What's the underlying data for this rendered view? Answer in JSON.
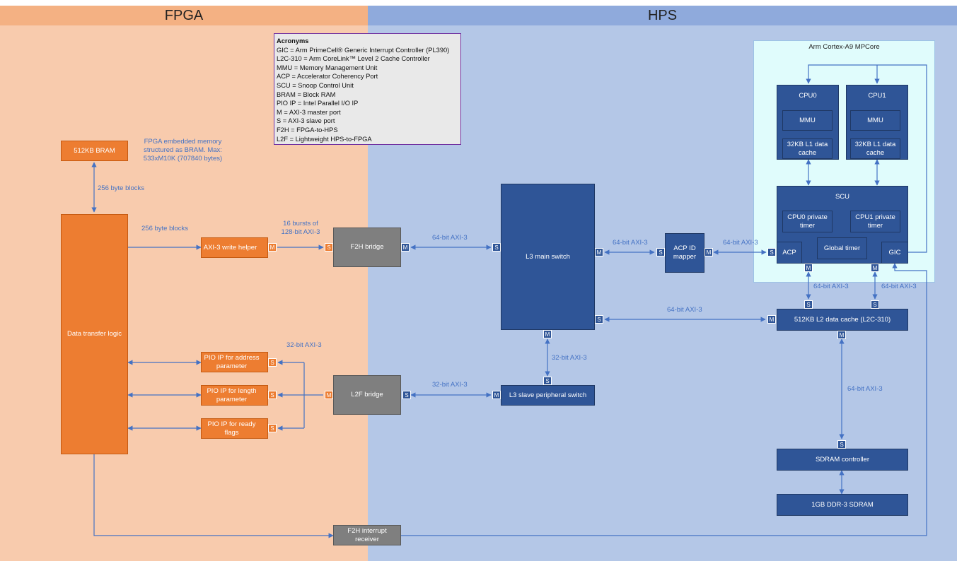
{
  "regions": {
    "fpga_title": "FPGA",
    "hps_title": "HPS"
  },
  "acronyms": {
    "title": "Acronyms",
    "items": [
      "GIC = Arm PrimeCell® Generic Interrupt Controller (PL390)",
      "L2C-310 = Arm CoreLink™ Level 2 Cache Controller",
      "MMU = Memory Management Unit",
      "ACP = Accelerator Coherency Port",
      "SCU = Snoop Control Unit",
      "BRAM = Block RAM",
      "PIO IP = Intel Parallel I/O IP",
      "M = AXI-3 master port",
      "S = AXI-3 slave port",
      "F2H = FPGA-to-HPS",
      "L2F = Lightweight HPS-to-FPGA"
    ]
  },
  "blocks": {
    "bram": "512KB BRAM",
    "data_transfer": "Data transfer logic",
    "axi_write_helper": "AXI-3 write helper",
    "pio_address": "PIO IP for address parameter",
    "pio_length": "PIO IP for length parameter",
    "pio_ready": "PIO IP for ready flags",
    "f2h_bridge": "F2H bridge",
    "l2f_bridge": "L2F bridge",
    "f2h_interrupt": "F2H interrupt receiver",
    "l3_main": "L3 main switch",
    "l3_slave": "L3 slave peripheral switch",
    "acp_mapper": "ACP ID mapper",
    "mpcore_title": "Arm Cortex-A9 MPCore",
    "cpu0": "CPU0",
    "cpu1": "CPU1",
    "mmu0": "MMU",
    "mmu1": "MMU",
    "l1_0": "32KB L1 data cache",
    "l1_1": "32KB L1 data cache",
    "scu": "SCU",
    "cpu0_timer": "CPU0 private timer",
    "cpu1_timer": "CPU1 private timer",
    "global_timer": "Global timer",
    "acp": "ACP",
    "gic": "GIC",
    "l2_cache": "512KB L2 data cache (L2C-310)",
    "sdram_ctrl": "SDRAM controller",
    "ddr3": "1GB DDR-3 SDRAM"
  },
  "ports": {
    "m": "M",
    "s": "S"
  },
  "annotations": {
    "bram_note": "FPGA embedded memory structured as BRAM.  Max: 533xM10K (707840 bytes)",
    "bram_blocks": "256 byte blocks",
    "dtl_blocks": "256 byte blocks",
    "bursts": "16 bursts of 128-bit AXI-3",
    "f2h_l3": "64-bit AXI-3",
    "l3_acp": "64-bit AXI-3",
    "acp_mpcore": "64-bit AXI-3",
    "l3_l2": "64-bit AXI-3",
    "scu_l2_left": "64-bit AXI-3",
    "scu_l2_right": "64-bit AXI-3",
    "pio_bus": "32-bit AXI-3",
    "l2f_l3slave": "32-bit AXI-3",
    "l3_l3slave": "32-bit AXI-3",
    "l2_sdram": "64-bit AXI-3"
  }
}
